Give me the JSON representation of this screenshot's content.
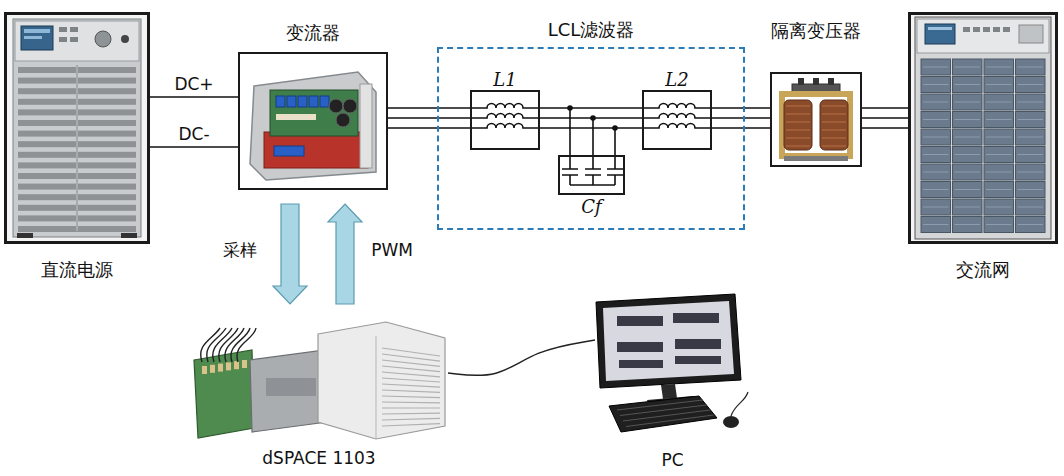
{
  "diagram": {
    "nodes": [
      {
        "text": [
          "直流电源"
        ]
      },
      {
        "text": [
          "变流器"
        ]
      },
      {
        "text": [
          "LCL滤波器"
        ]
      },
      {
        "text": [
          "L1"
        ],
        "in": 2
      },
      {
        "text": [
          "L2"
        ],
        "in": 2
      },
      {
        "text": [
          "Cf"
        ],
        "in": 2
      },
      {
        "text": [
          "隔离变压器"
        ]
      },
      {
        "text": [
          "交流网"
        ]
      },
      {
        "text": [
          "dSPACE 1103"
        ]
      },
      {
        "text": [
          "PC"
        ]
      }
    ],
    "edges": [
      {
        "from": 0,
        "to": 1,
        "arrow": "none",
        "label": "DC+"
      },
      {
        "from": 0,
        "to": 1,
        "arrow": "none",
        "label": "DC-"
      },
      {
        "from": 1,
        "to": 3,
        "arrow": "none"
      },
      {
        "from": 3,
        "to": 4,
        "arrow": "none"
      },
      {
        "from": 4,
        "to": 6,
        "arrow": "none"
      },
      {
        "from": 6,
        "to": 7,
        "arrow": "none"
      },
      {
        "from": 1,
        "to": 8,
        "arrow": "to",
        "label": "采样"
      },
      {
        "from": 8,
        "to": 1,
        "arrow": "to",
        "label": "PWM"
      },
      {
        "from": 8,
        "to": 9,
        "arrow": "none"
      }
    ]
  }
}
